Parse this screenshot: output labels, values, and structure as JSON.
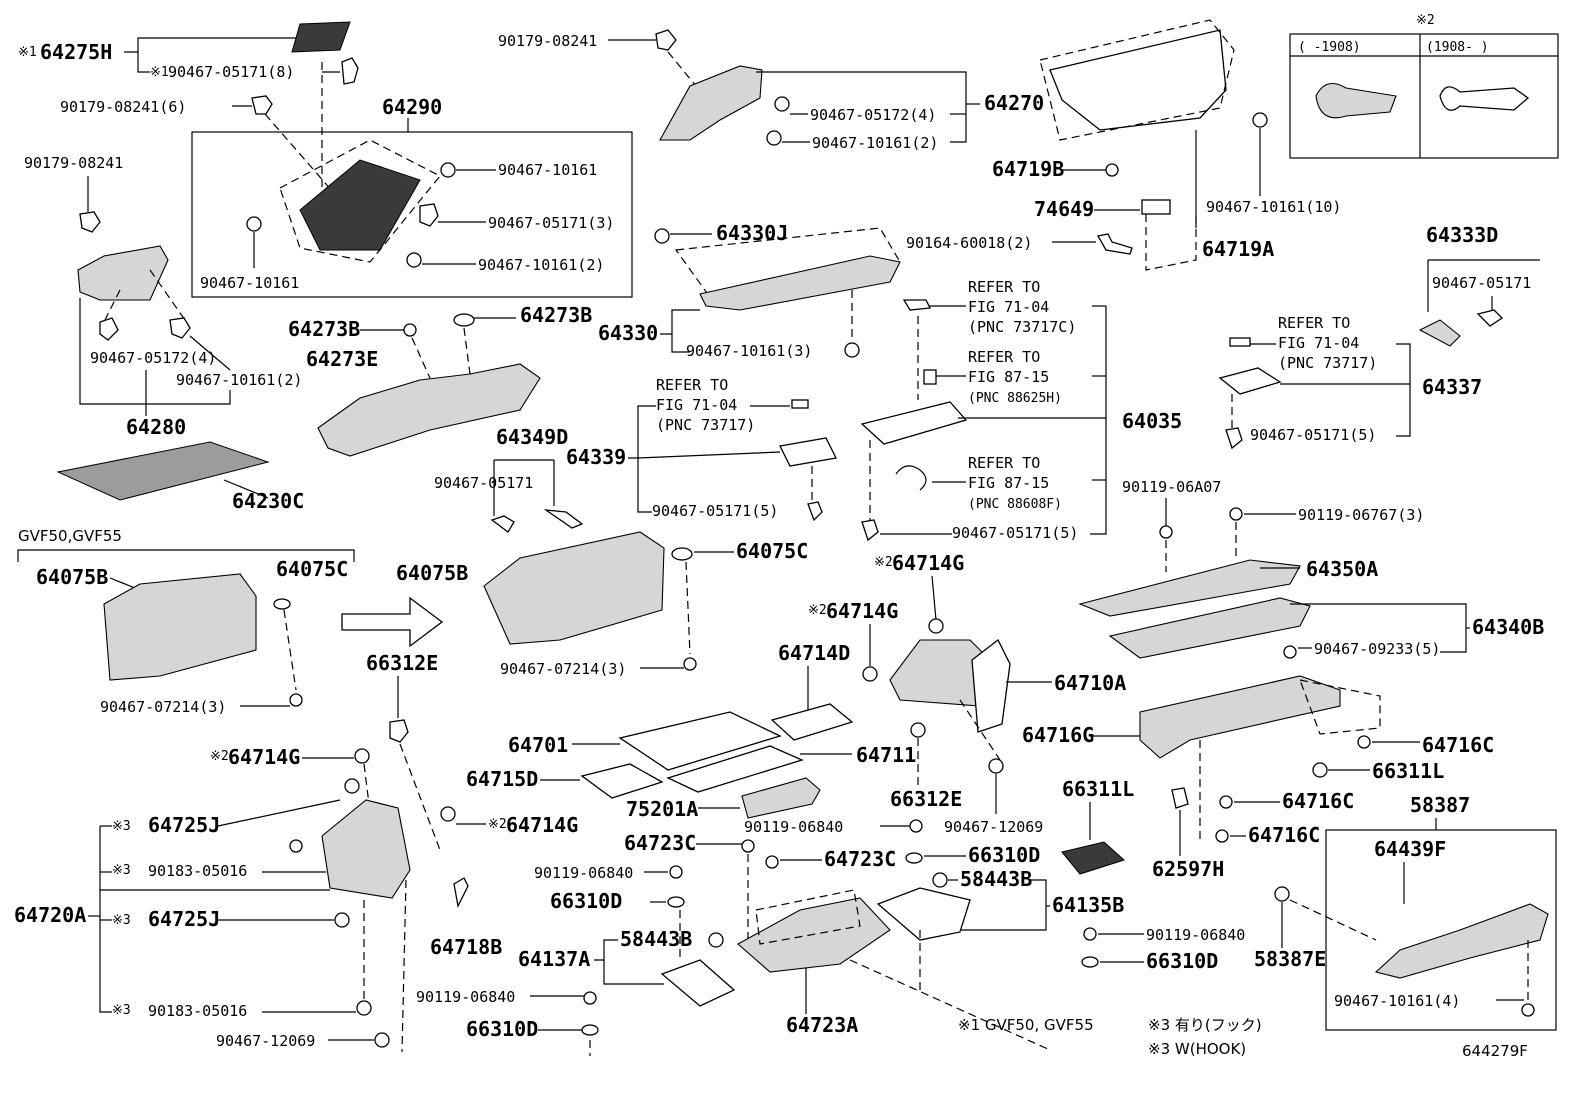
{
  "diagram": {
    "figure_number": "644279F",
    "labels": {
      "l_64275H": "64275H",
      "l_90467_05171_8": "90467-05171(8)",
      "l_90179_08241_6": "90179-08241(6)",
      "l_64290": "64290",
      "l_90179_08241_a": "90179-08241",
      "l_90467_10161_a": "90467-10161",
      "l_90467_05171_3": "90467-05171(3)",
      "l_90467_10161_b": "90467-10161",
      "l_90467_10161_2a": "90467-10161(2)",
      "l_90467_05172_4a": "90467-05172(4)",
      "l_90467_10161_2b": "90467-10161(2)",
      "l_64280": "64280",
      "l_64230C": "64230C",
      "l_64273B_a": "64273B",
      "l_64273B_b": "64273B",
      "l_64273E": "64273E",
      "l_90179_08241_top": "90179-08241",
      "l_90467_05172_4b": "90467-05172(4)",
      "l_90467_10161_2c": "90467-10161(2)",
      "l_64270": "64270",
      "l_64330J": "64330J",
      "l_64330": "64330",
      "l_90467_10161_3": "90467-10161(3)",
      "l_64719B": "64719B",
      "l_74649": "74649",
      "l_90164_60018_2": "90164-60018(2)",
      "l_90467_10161_10": "90467-10161(10)",
      "l_64719A": "64719A",
      "l_refer1": "REFER TO",
      "l_fig1": "FIG 71-04",
      "l_pnc1": "(PNC 73717C)",
      "l_refer2": "REFER TO",
      "l_fig2": "FIG 87-15",
      "l_pnc2": "(PNC 88625H)",
      "l_64035": "64035",
      "l_refer3": "REFER TO",
      "l_fig3": "FIG 87-15",
      "l_pnc3": "(PNC 88608F)",
      "l_90467_05171_5a": "90467-05171(5)",
      "l_refer4": "REFER TO",
      "l_fig4": "FIG 71-04",
      "l_pnc4": "(PNC 73717)",
      "l_64339": "64339",
      "l_90467_05171_5b": "90467-05171(5)",
      "l_64349D": "64349D",
      "l_90467_05171_b": "90467-05171",
      "l_64333D": "64333D",
      "l_90467_05171_c": "90467-05171",
      "l_refer5": "REFER TO",
      "l_fig5": "FIG 71-04",
      "l_pnc5": "(PNC 73717)",
      "l_64337": "64337",
      "l_90467_05171_5c": "90467-05171(5)",
      "l_90119_06A07": "90119-06A07",
      "l_90119_06767_3": "90119-06767(3)",
      "l_64350A": "64350A",
      "l_64340B": "64340B",
      "l_90467_09233_5": "90467-09233(5)",
      "l_gvf": "GVF50,GVF55",
      "l_64075B_a": "64075B",
      "l_64075C_a": "64075C",
      "l_90467_07214_3a": "90467-07214(3)",
      "l_64075B_b": "64075B",
      "l_64075C_b": "64075C",
      "l_90467_07214_3b": "90467-07214(3)",
      "l_66312E_a": "66312E",
      "l_64714G_a": "64714G",
      "l_64714G_b": "64714G",
      "l_64714D": "64714D",
      "l_64710A": "64710A",
      "l_64716G": "64716G",
      "l_64716C_a": "64716C",
      "l_66311L_a": "66311L",
      "l_64716C_b": "64716C",
      "l_64716C_c": "64716C",
      "l_62597H": "62597H",
      "l_64701": "64701",
      "l_64711": "64711",
      "l_64715D": "64715D",
      "l_75201A": "75201A",
      "l_66312E_b": "66312E",
      "l_90467_12069_a": "90467-12069",
      "l_66311L_b": "66311L",
      "l_64714G_c": "64714G",
      "l_64725J_a": "64725J",
      "l_64714G_d": "64714G",
      "l_90183_05016_a": "90183-05016",
      "l_64720A": "64720A",
      "l_64725J_b": "64725J",
      "l_64718B": "64718B",
      "l_90183_05016_b": "90183-05016",
      "l_90467_12069_b": "90467-12069",
      "l_64723C_a": "64723C",
      "l_90119_06840_a": "90119-06840",
      "l_64723C_b": "64723C",
      "l_66310D_a": "66310D",
      "l_58443B_a": "58443B",
      "l_64135B": "64135B",
      "l_90119_06840_b": "90119-06840",
      "l_66310D_b": "66310D",
      "l_90119_06840_c": "90119-06840",
      "l_66310D_c": "66310D",
      "l_58443B_b": "58443B",
      "l_64137A": "64137A",
      "l_90119_06840_d": "90119-06840",
      "l_66310D_d": "66310D",
      "l_64723A": "64723A",
      "l_58387": "58387",
      "l_64439F": "64439F",
      "l_58387E": "58387E",
      "l_90467_10161_4": "90467-10161(4)"
    },
    "marks": {
      "m1": "※1",
      "m1b": "※1",
      "m2": "※2",
      "m2b": "※2",
      "m2c": "※2",
      "m2d": "※2",
      "m2e": "※2",
      "m3a": "※3",
      "m3b": "※3",
      "m3c": "※3",
      "m3d": "※3"
    },
    "inset": {
      "title": "※2",
      "col1": "(    -1908)",
      "col2": "(1908-     )"
    },
    "notes": {
      "n1": "※1 GVF50, GVF55",
      "n2": "※3 有り(フック)",
      "n3": "※3 W(HOOK)"
    }
  }
}
